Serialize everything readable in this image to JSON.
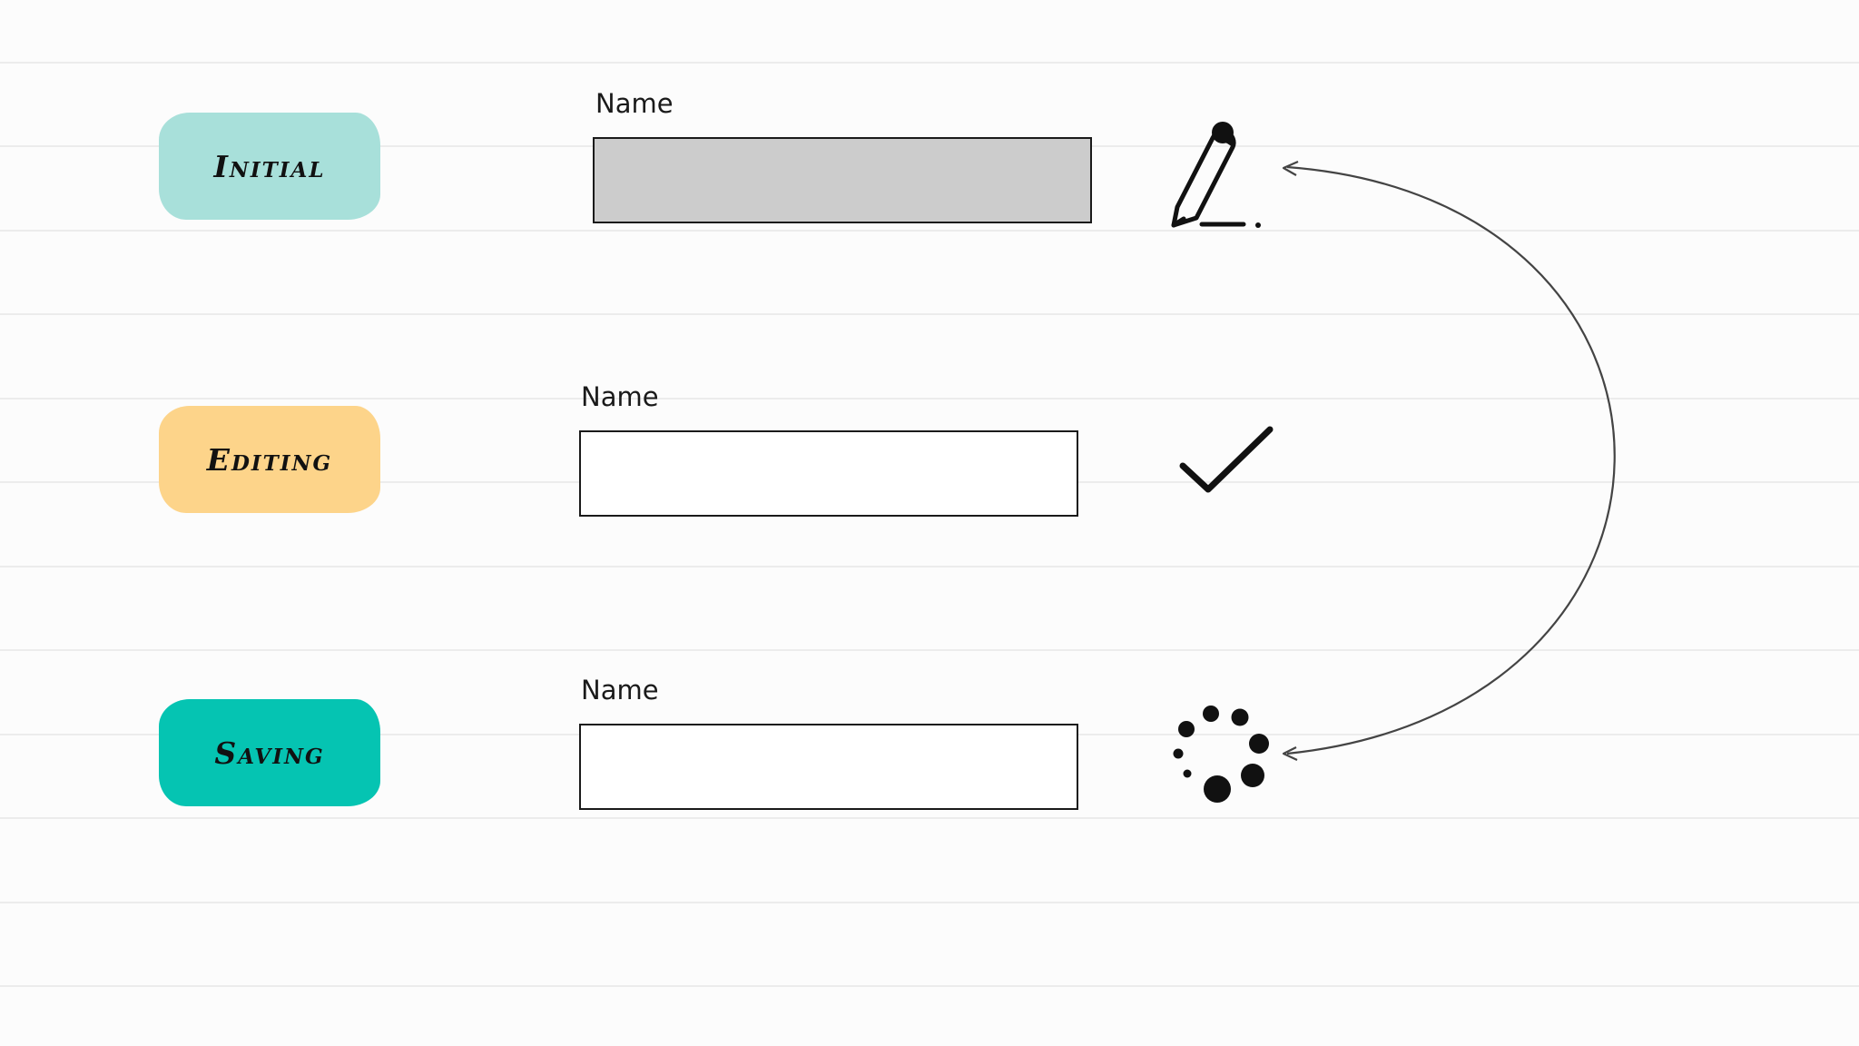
{
  "rows": [
    {
      "state": "Initial",
      "badge_color": "#a8e0da",
      "field_label": "Name",
      "field_value": "",
      "field_disabled": true,
      "icon": "pencil-icon"
    },
    {
      "state": "Editing",
      "badge_color": "#fdd48a",
      "field_label": "Name",
      "field_value": "",
      "field_disabled": false,
      "icon": "checkmark-icon"
    },
    {
      "state": "Saving",
      "badge_color": "#05c4b2",
      "field_label": "Name",
      "field_value": "",
      "field_disabled": false,
      "icon": "loading-spinner-icon"
    }
  ],
  "flow_arrow": {
    "from": "Saving",
    "to": "Initial",
    "color": "#444444"
  }
}
